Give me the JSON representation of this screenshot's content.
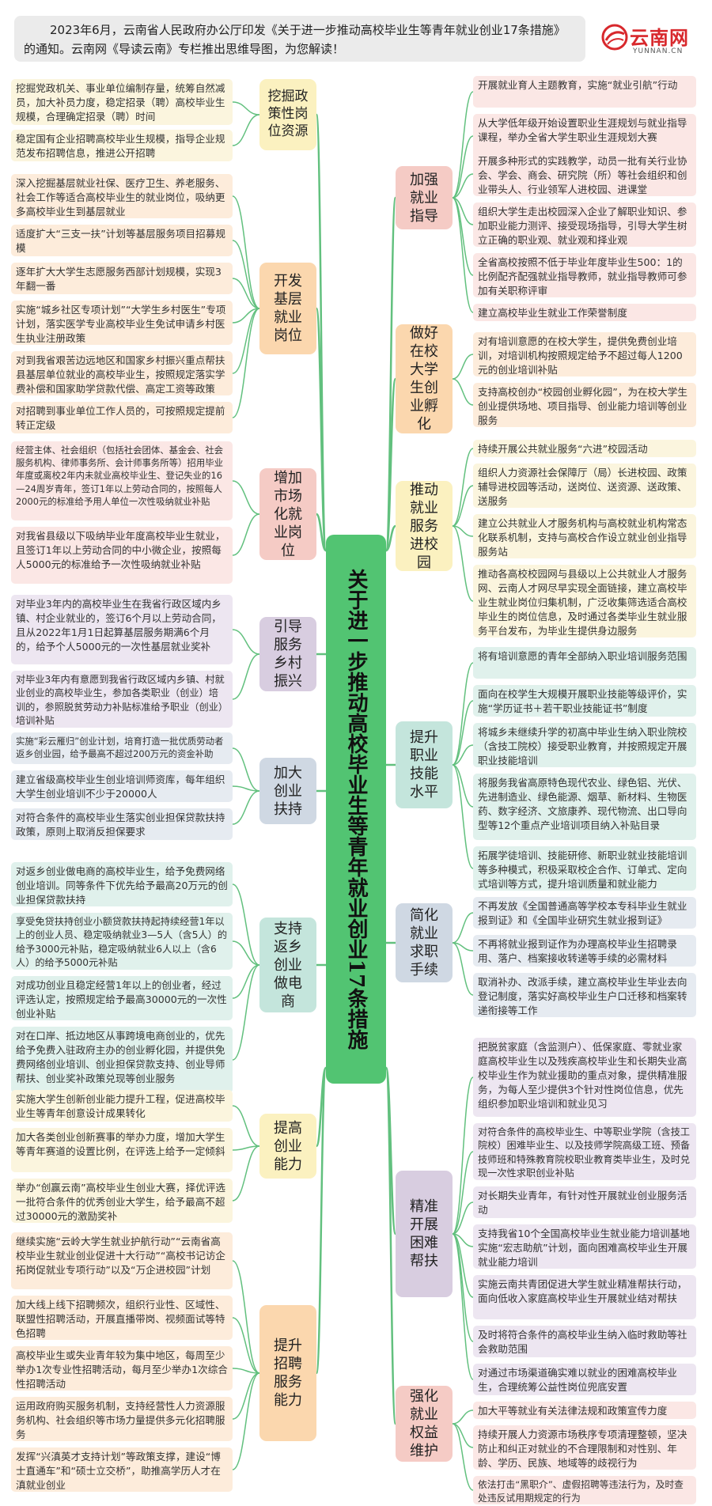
{
  "header": {
    "intro": "2023年6月，云南省人民政府办公厅印发《关于进一步推动高校毕业生等青年就业创业17条措施》的通知。云南网《导读云南》专栏推出思维导图，为您解读！",
    "logo_text": "云南网",
    "logo_sub": "YUNNAN.CN"
  },
  "center_title": "关于进一步推动高校毕业生等青年就业创业17条措施",
  "colors": {
    "center": "#52c472",
    "wire": "#62c07e",
    "yellow_node": "#fbf1c0",
    "orange_node": "#fbd7ae",
    "pink_node": "#f5cbc5",
    "purple_node": "#d8cde0",
    "blue_node": "#cfd8e3",
    "teal_node": "#c4e5dc",
    "yellow_item": "#fbf5de",
    "orange_item": "#fdecdb",
    "pink_item": "#fbe7e5",
    "purple_item": "#ede6f1",
    "blue_item": "#e6ebf1",
    "teal_item": "#e0f1ec"
  },
  "left": [
    {
      "label": "挖掘政策性岗位资源",
      "color": "yellow",
      "items": [
        "挖掘党政机关、事业单位编制存量，统筹自然减员，加大补员力度，稳定招录（聘）高校毕业生规模，合理确定招录（聘）时间",
        "稳定国有企业招聘高校毕业生规模，指导企业规范发布招聘信息，推进公开招聘"
      ]
    },
    {
      "label": "开发基层就业岗位",
      "color": "orange",
      "items": [
        "深入挖掘基层就业社保、医疗卫生、养老服务、社会工作等适合高校毕业生的就业岗位，吸纳更多高校毕业生到基层就业",
        "适度扩大“三支一扶”计划等基层服务项目招募规模",
        "逐年扩大大学生志愿服务西部计划规模，实现3年翻一番",
        "实施“城乡社区专项计划”“大学生乡村医生”专项计划，落实医学专业高校毕业生免试申请乡村医生执业注册政策",
        "对到我省艰苦边远地区和国家乡村振兴重点帮扶县基层单位就业的高校毕业生，按照规定落实学费补偿和国家助学贷款代偿、高定工资等政策",
        "对招聘到事业单位工作人员的，可按照规定提前转正定级"
      ]
    },
    {
      "label": "增加市场化就业岗位",
      "color": "pink",
      "items": [
        "经营主体、社会组织（包括社会团体、基金会、社会服务机构、律师事务所、会计师事务所等）招用毕业年度或离校2年内未就业高校毕业生、登记失业的16—24周岁青年，签订1年以上劳动合同的，按照每人2000元的标准给予用人单位一次性吸纳就业补贴",
        "对我省县级以下吸纳毕业年度高校毕业生就业，且签订1年以上劳动合同的中小微企业，按照每人5000元的标准给予一次性吸纳就业补贴"
      ]
    },
    {
      "label": "引导服务乡村振兴",
      "color": "purple",
      "items": [
        "对毕业3年内的高校毕业生在我省行政区域内乡镇、村企业就业的，签订6个月以上劳动合同，且从2022年1月1日起算基层服务期满6个月的，给予个人5000元的一次性基层就业奖补",
        "对毕业3年内有意愿到我省行政区域内乡镇、村就业创业的高校毕业生，参加各类职业（创业）培训的，参照脱贫劳动力补贴标准给予职业（创业）培训补贴"
      ]
    },
    {
      "label": "加大创业扶持",
      "color": "blue",
      "items": [
        "实施“彩云雁归”创业计划，培育打造一批优质劳动者返乡创业园，给予最高不超过200万元的资金补助",
        "建立省级高校毕业生创业培训师资库，每年组织大学生创业培训不少于20000人",
        "对符合条件的高校毕业生落实创业担保贷款扶持政策，原则上取消反担保要求"
      ]
    },
    {
      "label": "支持返乡创业做电商",
      "color": "teal",
      "items": [
        "对返乡创业做电商的高校毕业生，给予免费网络创业培训。同等条件下优先给予最高20万元的创业担保贷款扶持",
        "享受免贷扶持创业小额贷款扶持起持续经营1年以上的创业人员、稳定吸纳就业3—5人（含5人）的给予3000元补贴，稳定吸纳就业6人以上（含6人）的给予5000元补贴",
        "对成功创业且稳定经营1年以上的创业者，经过评选认定，按照规定给予最高30000元的一次性创业补贴",
        "对在口岸、抵边地区从事跨境电商创业的，优先给予免费入驻政府主办的创业孵化园，并提供免费网络创业培训、创业担保贷款支持、创业导师帮扶、创业奖补政策兑现等创业服务"
      ]
    },
    {
      "label": "提高创业能力",
      "color": "yellow",
      "items": [
        "实施大学生创新创业能力提升工程，促进高校毕业生等青年创意设计成果转化",
        "加大各类创业创新赛事的举办力度，增加大学生等青年赛道的设置比例，在评选上给予一定倾斜",
        "举办“创赢云南”高校毕业生创业大赛，择优评选一批符合条件的优秀创业大学生，给予最高不超过30000元的激励奖补"
      ]
    },
    {
      "label": "提升招聘服务能力",
      "color": "orange",
      "items": [
        "继续实施“云岭大学生就业护航行动”“云南省高校毕业生就业创业促进十大行动”“高校书记访企拓岗促就业专项行动”以及“万企进校园”计划",
        "加大线上线下招聘频次，组织行业性、区域性、联盟性招聘活动，开展直播带岗、视频面试等特色招聘",
        "高校毕业生或失业青年较为集中地区，每周至少举办1次专业性招聘活动，每月至少举办1次综合性招聘活动",
        "运用政府购买服务机制，支持经营性人力资源服务机构、社会组织等市场力量提供多元化招聘服务",
        "发挥“兴滇英才支持计划”等政策支撑，建设“博士直通车”和“硕士立交桥”，助推高学历人才在滇就业创业"
      ]
    }
  ],
  "right": [
    {
      "label": "加强就业指导",
      "color": "pink",
      "items": [
        "开展就业育人主题教育，实施“就业引航”行动",
        "从大学低年级开始设置职业生涯规划与就业指导课程，举办全省大学生职业生涯规划大赛",
        "开展多种形式的实践教学，动员一批有关行业协会、学会、商会、研究院（所）等社会组织和创业带头人、行业领军人进校园、进课堂",
        "组织大学生走出校园深入企业了解职业知识、参加职业能力测评、接受现场指导，引导大学生树立正确的职业观、就业观和择业观",
        "全省高校按照不低于毕业年度毕业生500：1的比例配齐配强就业指导教师，就业指导教师可参加有关职称评审",
        "建立高校毕业生就业工作荣誉制度"
      ]
    },
    {
      "label": "做好在校大学生创业孵化",
      "color": "orange",
      "items": [
        "对有培训意愿的在校大学生，提供免费创业培训，对培训机构按照规定给予不超过每人1200元的创业培训补贴",
        "支持高校创办“校园创业孵化园”，为在校大学生创业提供场地、项目指导、创业能力培训等创业服务"
      ]
    },
    {
      "label": "推动就业服务进校园",
      "color": "yellow",
      "items": [
        "持续开展公共就业服务“六进”校园活动",
        "组织人力资源社会保障厅（局）长进校园、政策辅导进校园等活动，送岗位、送资源、送政策、送服务",
        "建立公共就业人才服务机构与高校就业机构常态化联系机制，支持与高校合作设立就业创业指导服务站",
        "推动各高校校园网与县级以上公共就业人才服务网、云南人才网尽早实现全面链接，建立高校毕业生就业岗位归集机制，广泛收集筛选适合高校毕业生的岗位信息，及时通过各类毕业生就业服务平台发布，为毕业生提供身边服务"
      ]
    },
    {
      "label": "提升职业技能水平",
      "color": "teal",
      "items": [
        "将有培训意愿的青年全部纳入职业培训服务范围",
        "面向在校学生大规模开展职业技能等级评价，实施“学历证书＋若干职业技能证书”制度",
        "将城乡未继续升学的初高中毕业生纳入职业院校（含技工院校）接受职业教育，并按照规定开展职业技能培训",
        "将服务我省高原特色现代农业、绿色铝、光伏、先进制造业、绿色能源、烟草、新材料、生物医药、数字经济、文旅康养、现代物流、出口导向型等12个重点产业培训项目纳入补贴目录",
        "拓展学徒培训、技能研修、新职业就业技能培训等多种模式，积极采取校企合作、订单式、定向式培训等方式，提升培训质量和就业能力"
      ]
    },
    {
      "label": "简化就业求职手续",
      "color": "blue",
      "items": [
        "不再发放《全国普通高等学校本专科毕业生就业报到证》和《全国毕业研究生就业报到证》",
        "不再将就业报到证作为办理高校毕业生招聘录用、落户、档案接收转递等手续的必需材料",
        "取消补办、改派手续，建立高校毕业生毕业去向登记制度，落实好高校毕业生户口迁移和档案转递衔接等工作"
      ]
    },
    {
      "label": "精准开展困难帮扶",
      "color": "purple",
      "items": [
        "把脱贫家庭（含监测户）、低保家庭、零就业家庭高校毕业生以及残疾高校毕业生和长期失业高校毕业生作为就业援助的重点对象，提供精准服务，为每人至少提供3个针对性岗位信息，优先组织参加职业培训和就业见习",
        "对符合条件的高校毕业生、中等职业学院（含技工院校）困难毕业生、以及技师学院高级工班、预备技师班和特殊教育院校职业教育类毕业生，及时兑现一次性求职创业补贴",
        "对长期失业青年，有针对性开展就业创业服务活动",
        "支持我省10个全国高校毕业生就业能力培训基地实施“宏志助航”计划，面向困难高校毕业生开展就业能力培训",
        "实施云南共青团促进大学生就业精准帮扶行动，面向低收入家庭高校毕业生开展就业结对帮扶",
        "及时将符合条件的高校毕业生纳入临时救助等社会救助范围",
        "对通过市场渠道确实难以就业的困难高校毕业生，合理统筹公益性岗位兜底安置"
      ]
    },
    {
      "label": "强化就业权益维护",
      "color": "pink",
      "items": [
        "加大平等就业有关法律法规和政策宣传力度",
        "持续开展人力资源市场秩序专项清理整顿，坚决防止和纠正对就业的不合理限制和对性别、年龄、学历、民族、地域等的歧视行为",
        "依法打击“黑职介”、虚假招聘等违法行为，及时查处违反试用期规定的行为"
      ]
    }
  ]
}
